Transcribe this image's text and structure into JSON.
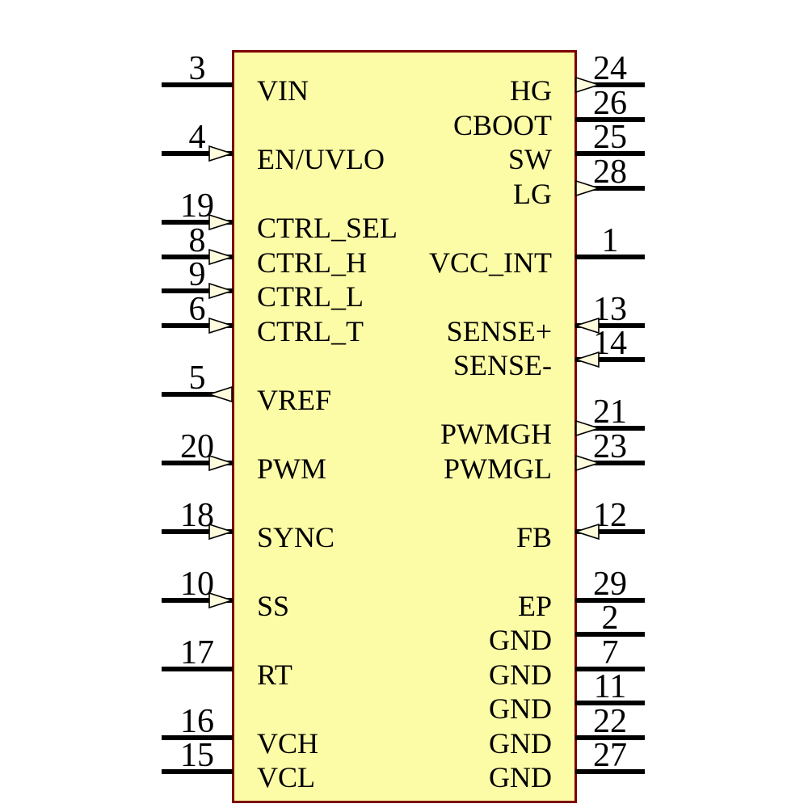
{
  "diagram": {
    "kind": "ic-schematic-symbol",
    "colors": {
      "background": "#FFFFFF",
      "body_fill": "#FDFCA6",
      "body_border": "#7D0000",
      "pin_line": "#000000",
      "arrow_fill": "#FFFBDD",
      "arrow_outline": "#000000",
      "text": "#000000"
    }
  },
  "pins": {
    "left": [
      {
        "number": "3",
        "label": "VIN",
        "row": 0,
        "arrow": "none"
      },
      {
        "number": "4",
        "label": "EN/UVLO",
        "row": 2,
        "arrow": "in"
      },
      {
        "number": "19",
        "label": "CTRL_SEL",
        "row": 4,
        "arrow": "in"
      },
      {
        "number": "8",
        "label": "CTRL_H",
        "row": 5,
        "arrow": "in"
      },
      {
        "number": "9",
        "label": "CTRL_L",
        "row": 6,
        "arrow": "in"
      },
      {
        "number": "6",
        "label": "CTRL_T",
        "row": 7,
        "arrow": "in"
      },
      {
        "number": "5",
        "label": "VREF",
        "row": 9,
        "arrow": "out"
      },
      {
        "number": "20",
        "label": "PWM",
        "row": 11,
        "arrow": "in"
      },
      {
        "number": "18",
        "label": "SYNC",
        "row": 13,
        "arrow": "in"
      },
      {
        "number": "10",
        "label": "SS",
        "row": 15,
        "arrow": "in"
      },
      {
        "number": "17",
        "label": "RT",
        "row": 17,
        "arrow": "none"
      },
      {
        "number": "16",
        "label": "VCH",
        "row": 19,
        "arrow": "none"
      },
      {
        "number": "15",
        "label": "VCL",
        "row": 20,
        "arrow": "none"
      }
    ],
    "right": [
      {
        "number": "24",
        "label": "HG",
        "row": 0,
        "arrow": "out"
      },
      {
        "number": "26",
        "label": "CBOOT",
        "row": 1,
        "arrow": "none"
      },
      {
        "number": "25",
        "label": "SW",
        "row": 2,
        "arrow": "none"
      },
      {
        "number": "28",
        "label": "LG",
        "row": 3,
        "arrow": "out"
      },
      {
        "number": "1",
        "label": "VCC_INT",
        "row": 5,
        "arrow": "none"
      },
      {
        "number": "13",
        "label": "SENSE+",
        "row": 7,
        "arrow": "in"
      },
      {
        "number": "14",
        "label": "SENSE-",
        "row": 8,
        "arrow": "in"
      },
      {
        "number": "21",
        "label": "PWMGH",
        "row": 10,
        "arrow": "out"
      },
      {
        "number": "23",
        "label": "PWMGL",
        "row": 11,
        "arrow": "out"
      },
      {
        "number": "12",
        "label": "FB",
        "row": 13,
        "arrow": "in"
      },
      {
        "number": "29",
        "label": "EP",
        "row": 15,
        "arrow": "none"
      },
      {
        "number": "2",
        "label": "GND",
        "row": 16,
        "arrow": "none"
      },
      {
        "number": "7",
        "label": "GND",
        "row": 17,
        "arrow": "none"
      },
      {
        "number": "11",
        "label": "GND",
        "row": 18,
        "arrow": "none"
      },
      {
        "number": "22",
        "label": "GND",
        "row": 19,
        "arrow": "none"
      },
      {
        "number": "27",
        "label": "GND",
        "row": 20,
        "arrow": "none"
      }
    ]
  }
}
